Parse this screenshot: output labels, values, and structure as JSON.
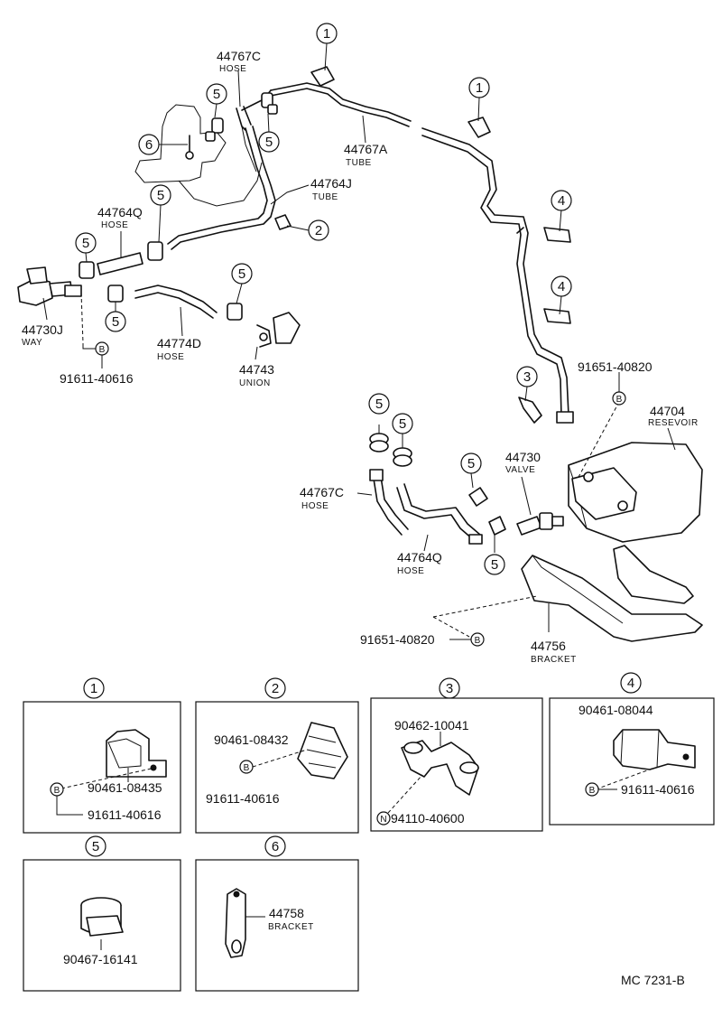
{
  "drawing_code": "MC  7231-B",
  "callouts": {
    "c1": "1",
    "c2": "2",
    "c3": "3",
    "c4": "4",
    "c5": "5",
    "c6": "6"
  },
  "bolt_marks": {
    "b": "B",
    "n": "N"
  },
  "parts": {
    "p44767C_top": {
      "number": "44767C",
      "name": "HOSE"
    },
    "p44767A": {
      "number": "44767A",
      "name": "TUBE"
    },
    "p44764J": {
      "number": "44764J",
      "name": "TUBE"
    },
    "p44764Q_left": {
      "number": "44764Q",
      "name": "HOSE"
    },
    "p44730J": {
      "number": "44730J",
      "name": "WAY"
    },
    "p44774D": {
      "number": "44774D",
      "name": "HOSE"
    },
    "p44743": {
      "number": "44743",
      "name": "UNION"
    },
    "p91611_left": {
      "number": "91611-40616"
    },
    "p91651_right": {
      "number": "91651-40820"
    },
    "p44704": {
      "number": "44704",
      "name": "RESEVOIR"
    },
    "p44730": {
      "number": "44730",
      "name": "VALVE"
    },
    "p44767C_low": {
      "number": "44767C",
      "name": "HOSE"
    },
    "p44764Q_low": {
      "number": "44764Q",
      "name": "HOSE"
    },
    "p91651_low": {
      "number": "91651-40820"
    },
    "p44756": {
      "number": "44756",
      "name": "BRACKET"
    }
  },
  "detail_boxes": {
    "d1": {
      "a": "90461-08435",
      "b": "91611-40616"
    },
    "d2": {
      "a": "90461-08432",
      "b": "91611-40616"
    },
    "d3": {
      "a": "90462-10041",
      "b": "94110-40600"
    },
    "d4": {
      "a": "90461-08044",
      "b": "91611-40616"
    },
    "d5": {
      "a": "90467-16141"
    },
    "d6": {
      "a": "44758",
      "b": "BRACKET"
    }
  }
}
